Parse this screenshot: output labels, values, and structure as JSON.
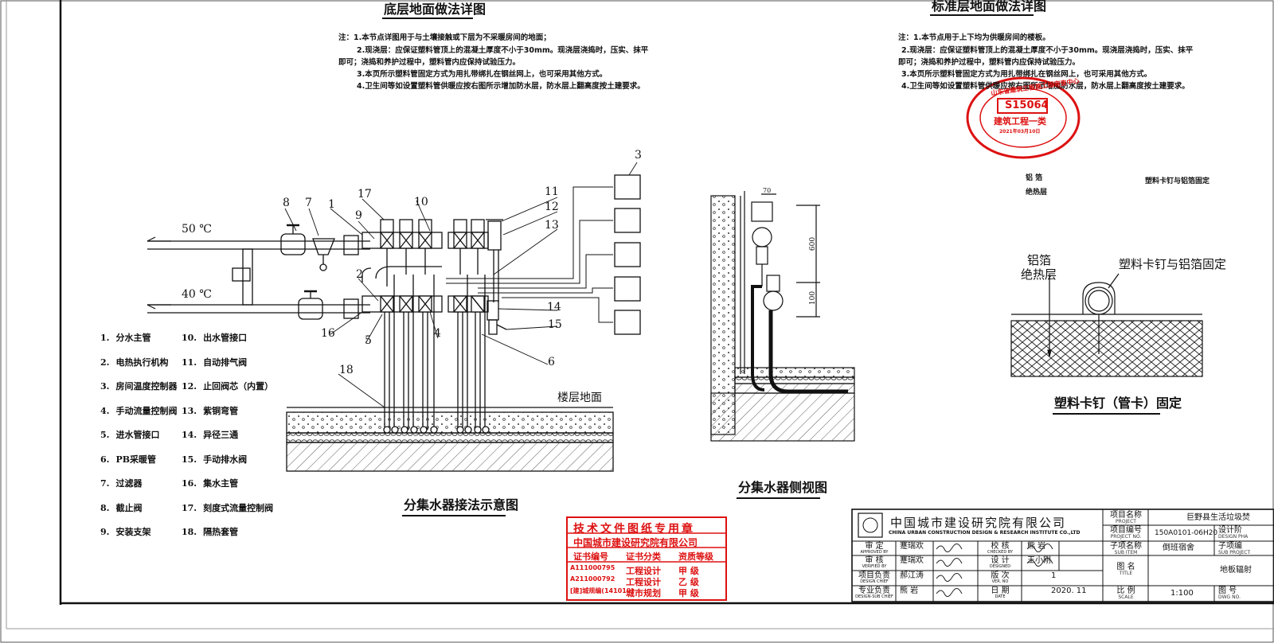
{
  "titles": {
    "ground_floor": "底层地面做法详图",
    "standard_floor": "标准层地面做法详图",
    "manifold_schematic": "分集水器接法示意图",
    "manifold_side": "分集水器侧视图",
    "clip_fix": "塑料卡钉（管卡）固定"
  },
  "notes_left": [
    "注：1.本节点详图用于与土壤接触或下层为不采暖房间的地面；",
    "2.现浇层：应保证塑料管顶上的混凝土厚度不小于30mm。现浇层浇捣时，压实、抹平",
    "即可；浇捣和养护过程中，塑料管内应保持试验压力。",
    "3.本页所示塑料管固定方式为用扎带绑扎在钢丝网上，也可采用其他方式。",
    "4.卫生间等如设置塑料管供暖应按右图所示增加防水层，防水层上翻高度按土建要求。"
  ],
  "notes_right": [
    "注：1.本节点用于上下均为供暖房间的楼板。",
    "2.现浇层：应保证塑料管顶上的混凝土厚度不小于30mm。现浇层浇捣时，压实、抹平",
    "即可；浇捣和养护过程中，塑料管内应保持试验压力。",
    "3.本页所示塑料管固定方式为用扎带绑扎在钢丝网上，也可采用其他方式。",
    "4.卫生间等如设置塑料管供暖应按右图所示增加防水层，防水层上翻高度按土建要求。"
  ],
  "legend": [
    {
      "no": "1.",
      "text": "分水主管"
    },
    {
      "no": "2.",
      "text": "电热执行机构"
    },
    {
      "no": "3.",
      "text": "房间温度控制器"
    },
    {
      "no": "4.",
      "text": "手动流量控制阀"
    },
    {
      "no": "5.",
      "text": "进水管接口"
    },
    {
      "no": "6.",
      "text": "PB采暖管"
    },
    {
      "no": "7.",
      "text": "过滤器"
    },
    {
      "no": "8.",
      "text": "截止阀"
    },
    {
      "no": "9.",
      "text": "安装支架"
    },
    {
      "no": "10.",
      "text": "出水管接口"
    },
    {
      "no": "11.",
      "text": "自动排气阀"
    },
    {
      "no": "12.",
      "text": "止回阀芯（内置）"
    },
    {
      "no": "13.",
      "text": "紫铜弯管"
    },
    {
      "no": "14.",
      "text": "异径三通"
    },
    {
      "no": "15.",
      "text": "手动排水阀"
    },
    {
      "no": "16.",
      "text": "集水主管"
    },
    {
      "no": "17.",
      "text": "刻度式流量控制阀"
    },
    {
      "no": "18.",
      "text": "隔热套管"
    }
  ],
  "diagram_labels": {
    "supply_temp": "50 ℃",
    "return_temp": "40 ℃",
    "floor": "楼层地面",
    "callouts": [
      "8",
      "7",
      "1",
      "17",
      "9",
      "10",
      "3",
      "11",
      "12",
      "13",
      "2",
      "14",
      "15",
      "16",
      "5",
      "4",
      "6",
      "18"
    ],
    "dim_70": "70",
    "dim_600": "600",
    "dim_100": "100",
    "foil_label_a": "铝箔",
    "foil_label_b": "绝热层",
    "clip_label": "塑料卡钉与铝箔固定",
    "small_foil_a": "铝 箔",
    "small_foil_b": "绝热层",
    "small_clip": "塑料卡钉与铝箔固定"
  },
  "seal": {
    "number": "S15064",
    "category": "建筑工程一类",
    "ring_text": "山东省建筑工程施工图审查中心",
    "date": "2021年03月10日"
  },
  "tech_stamp": {
    "header": "技术文件图纸专用章",
    "org": "中国城市建设研究院有限公司",
    "col1": "证书编号",
    "col2": "证书分类",
    "col3": "资质等级",
    "rows": [
      [
        "A111000795",
        "工程设计",
        "甲 级"
      ],
      [
        "A211000792",
        "工程设计",
        "乙 级"
      ],
      [
        "[建]城规编(141010)",
        "城市规划",
        "甲 级"
      ]
    ]
  },
  "title_block": {
    "company": "中国城市建设研究院有限公司",
    "company_en": "CHINA URBAN CONSTRUCTION DESIGN & RESEARCH INSTITUTE CO.,LTD",
    "rows": [
      {
        "label": "审  定",
        "sub": "APPROVED BY",
        "name": "蹇瑞欢",
        "label2": "校  核",
        "sub2": "CHECKED BY",
        "name2": "熊  岩"
      },
      {
        "label": "审  核",
        "sub": "VERIFIED BY",
        "name": "蹇瑞欢",
        "label2": "设  计",
        "sub2": "DESIGNED",
        "name2": "王小刚"
      },
      {
        "label": "项目负责",
        "sub": "DESIGN CHIEF",
        "name": "郝江涛",
        "label2": "版  次",
        "sub2": "VER. NO",
        "name2": "1"
      },
      {
        "label": "专业负责",
        "sub": "DESIGN-SUB CHIEF",
        "name": "熊  岩",
        "label2": "日  期",
        "sub2": "DATE",
        "name2": "2020. 11"
      }
    ],
    "project_name_label": "项目名称",
    "project_name_sub": "PROJECT",
    "project_name": "巨野县生活垃圾焚",
    "project_no_label": "项目编号",
    "project_no_sub": "PROJECT NO.",
    "project_no": "150A0101-06H20",
    "design_stage_label": "设计阶",
    "design_stage_sub": "DESIGN PHA",
    "subitem_label": "子项名称",
    "subitem_sub": "SUB ITEM",
    "subitem": "倒班宿舍",
    "subitem_no_label": "子项编",
    "subitem_no_sub": "SUB PROJECT",
    "drawing_title_label": "图  名",
    "drawing_title_sub": "TITLE",
    "drawing_title": "地板辐射",
    "scale_label": "比  例",
    "scale_sub": "SCALE",
    "scale": "1:100",
    "drawing_no_label": "图  号",
    "drawing_no_sub": "DWG NO."
  },
  "colors": {
    "ink": "#111111",
    "stamp_red": "#dd1111",
    "paper": "#ffffff"
  }
}
